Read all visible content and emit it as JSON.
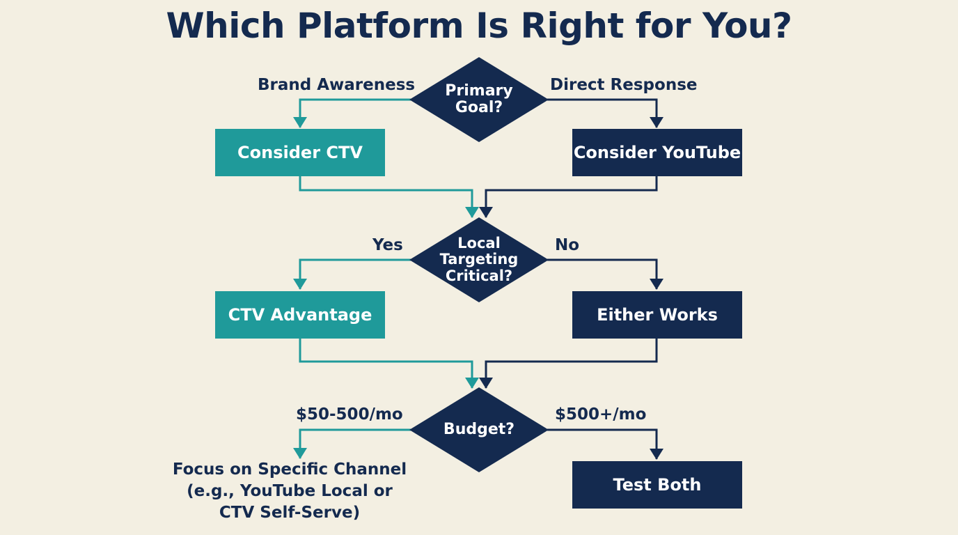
{
  "title": "Which Platform Is Right for You?",
  "colors": {
    "background": "#f3efe2",
    "navy": "#142a4f",
    "teal": "#1f9a9a"
  },
  "decisions": [
    {
      "text": "Primary\nGoal?",
      "left_label": "Brand Awareness",
      "right_label": "Direct Response"
    },
    {
      "text": "Local\nTargeting\nCritical?",
      "left_label": "Yes",
      "right_label": "No"
    },
    {
      "text": "Budget?",
      "left_label": "$50-500/mo",
      "right_label": "$500+/mo"
    }
  ],
  "outcomes": {
    "consider_ctv": "Consider CTV",
    "consider_youtube": "Consider YouTube",
    "ctv_advantage": "CTV Advantage",
    "either_works": "Either Works",
    "focus_channel": "Focus on Specific Channel\n(e.g., YouTube Local or\nCTV Self-Serve)",
    "test_both": "Test Both"
  }
}
